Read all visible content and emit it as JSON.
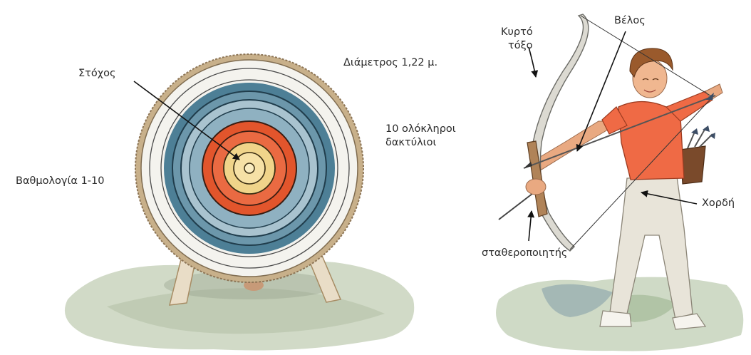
{
  "labels": {
    "target": "Στόχος",
    "diameter": "Διάμετρος 1,22 μ.",
    "rings": [
      "10 ολόκληροι",
      "δακτύλιοι"
    ],
    "scoring": "Βαθμολογία 1-10",
    "recurve_bow": [
      "Κυρτό",
      "τόξο"
    ],
    "arrow": "Βέλος",
    "string": "Χορδή",
    "stabilizer": "σταθεροποιητής"
  },
  "colors": {
    "ground": "#c9d4bd",
    "straw": "#c8b08a",
    "ring_white": "#f4f3ee",
    "ring_blue": "#4d7f96",
    "ring_light_blue": "#a9c3cf",
    "ring_red": "#e2552c",
    "ring_gold": "#f0d48a",
    "shirt": "#ef6a45",
    "trousers": "#e8e4d9",
    "bow": "#dcdad2",
    "skin": "#e9a981",
    "hair": "#9a5a2c",
    "leader_line": "#111111"
  }
}
